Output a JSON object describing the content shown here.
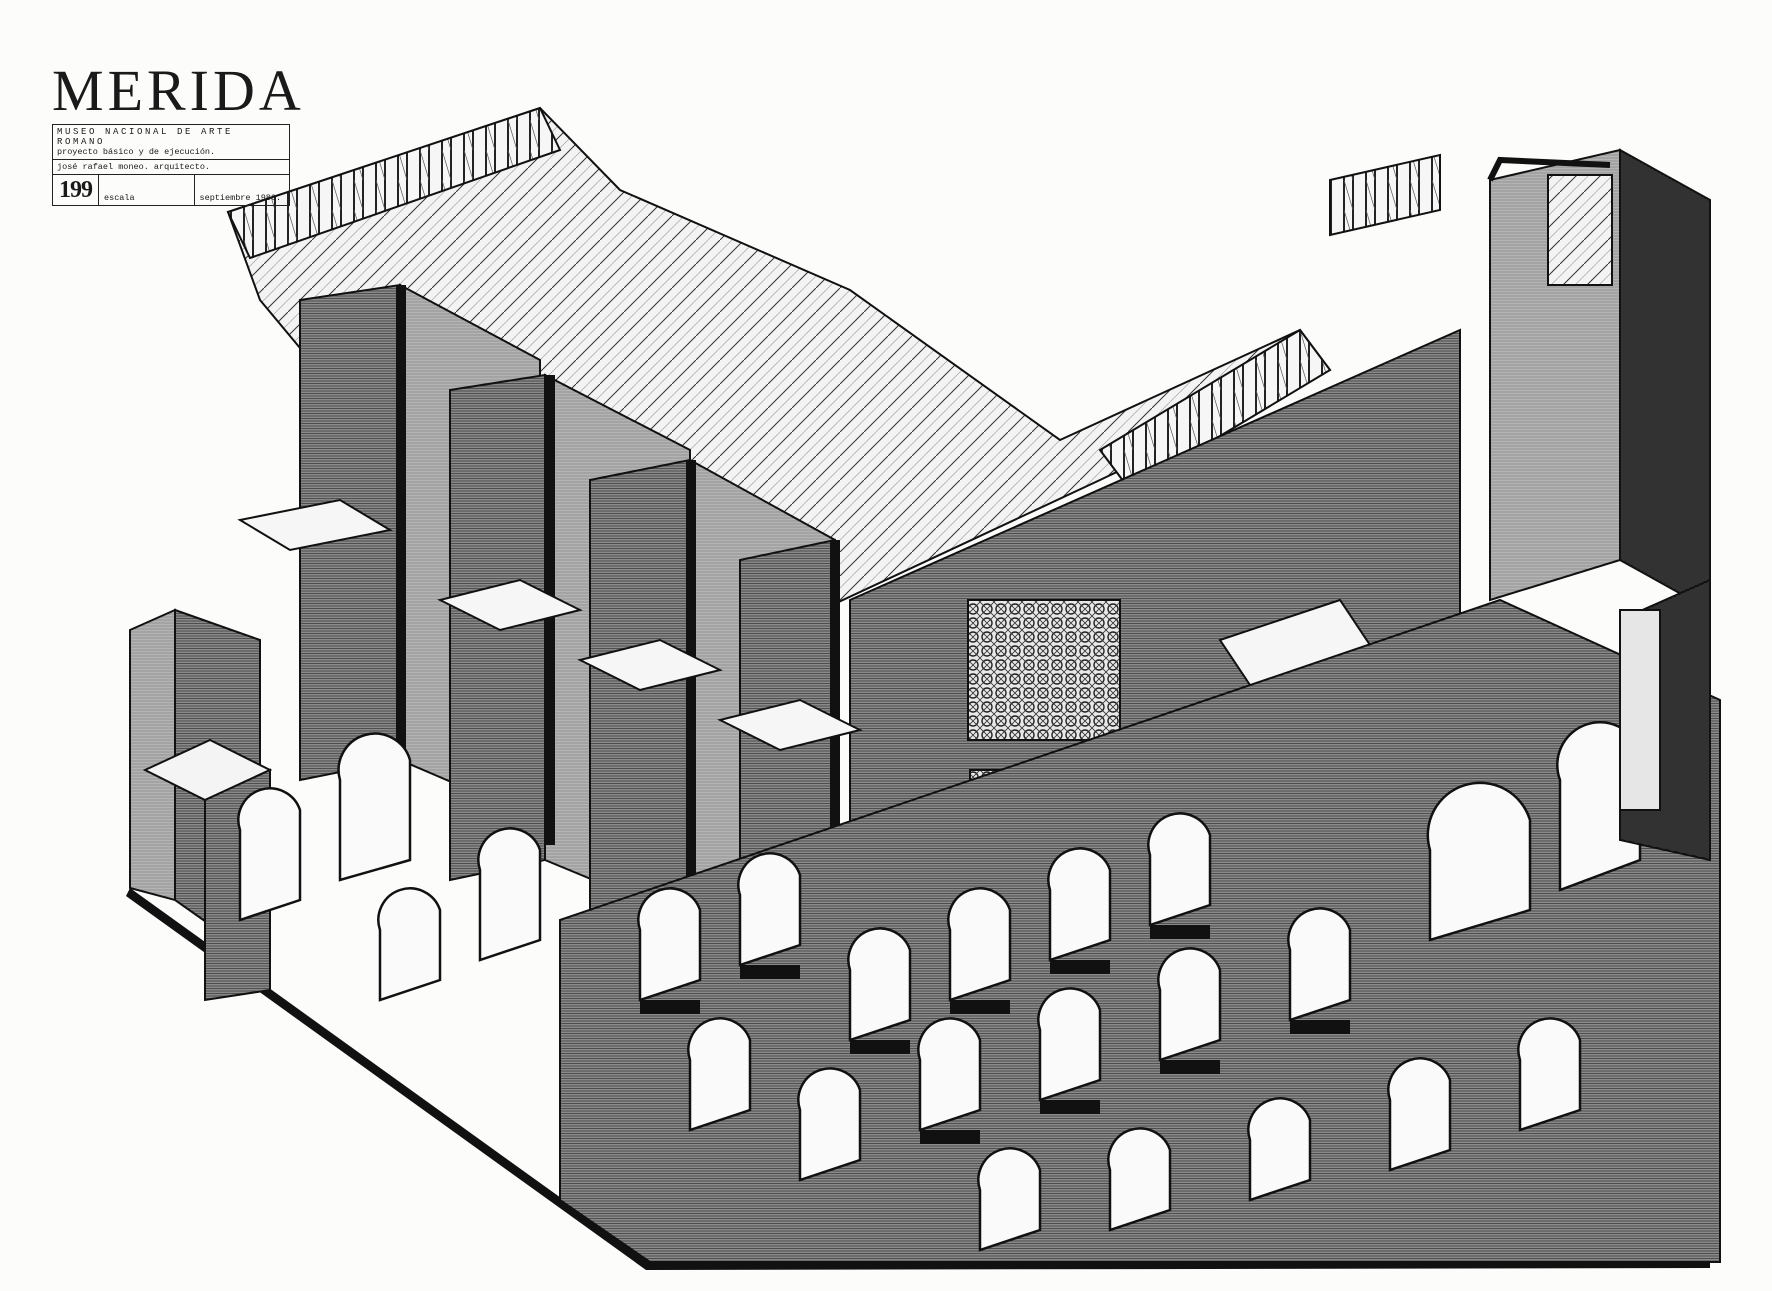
{
  "title_block": {
    "title": "MERIDA",
    "museum": "MUSEO NACIONAL DE ARTE ROMANO",
    "project": "proyecto básico y de ejecución.",
    "architect": "josé rafael moneo. arquitecto.",
    "sheet_number": "199",
    "scale_label": "escala",
    "date": "septiembre 1980."
  },
  "drawing": {
    "kind": "axonometric section",
    "colors": {
      "ink": "#141414",
      "paper": "#fcfcfa",
      "shade": "#6f6f6f",
      "light": "#b9b9b9"
    }
  }
}
